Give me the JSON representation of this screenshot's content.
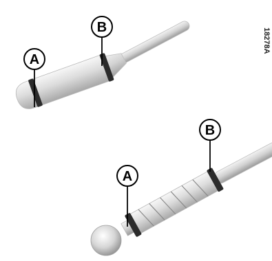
{
  "reference_code": "18278A",
  "callouts": {
    "upper_a": "A",
    "upper_b": "B",
    "lower_a": "A",
    "lower_b": "B"
  }
}
